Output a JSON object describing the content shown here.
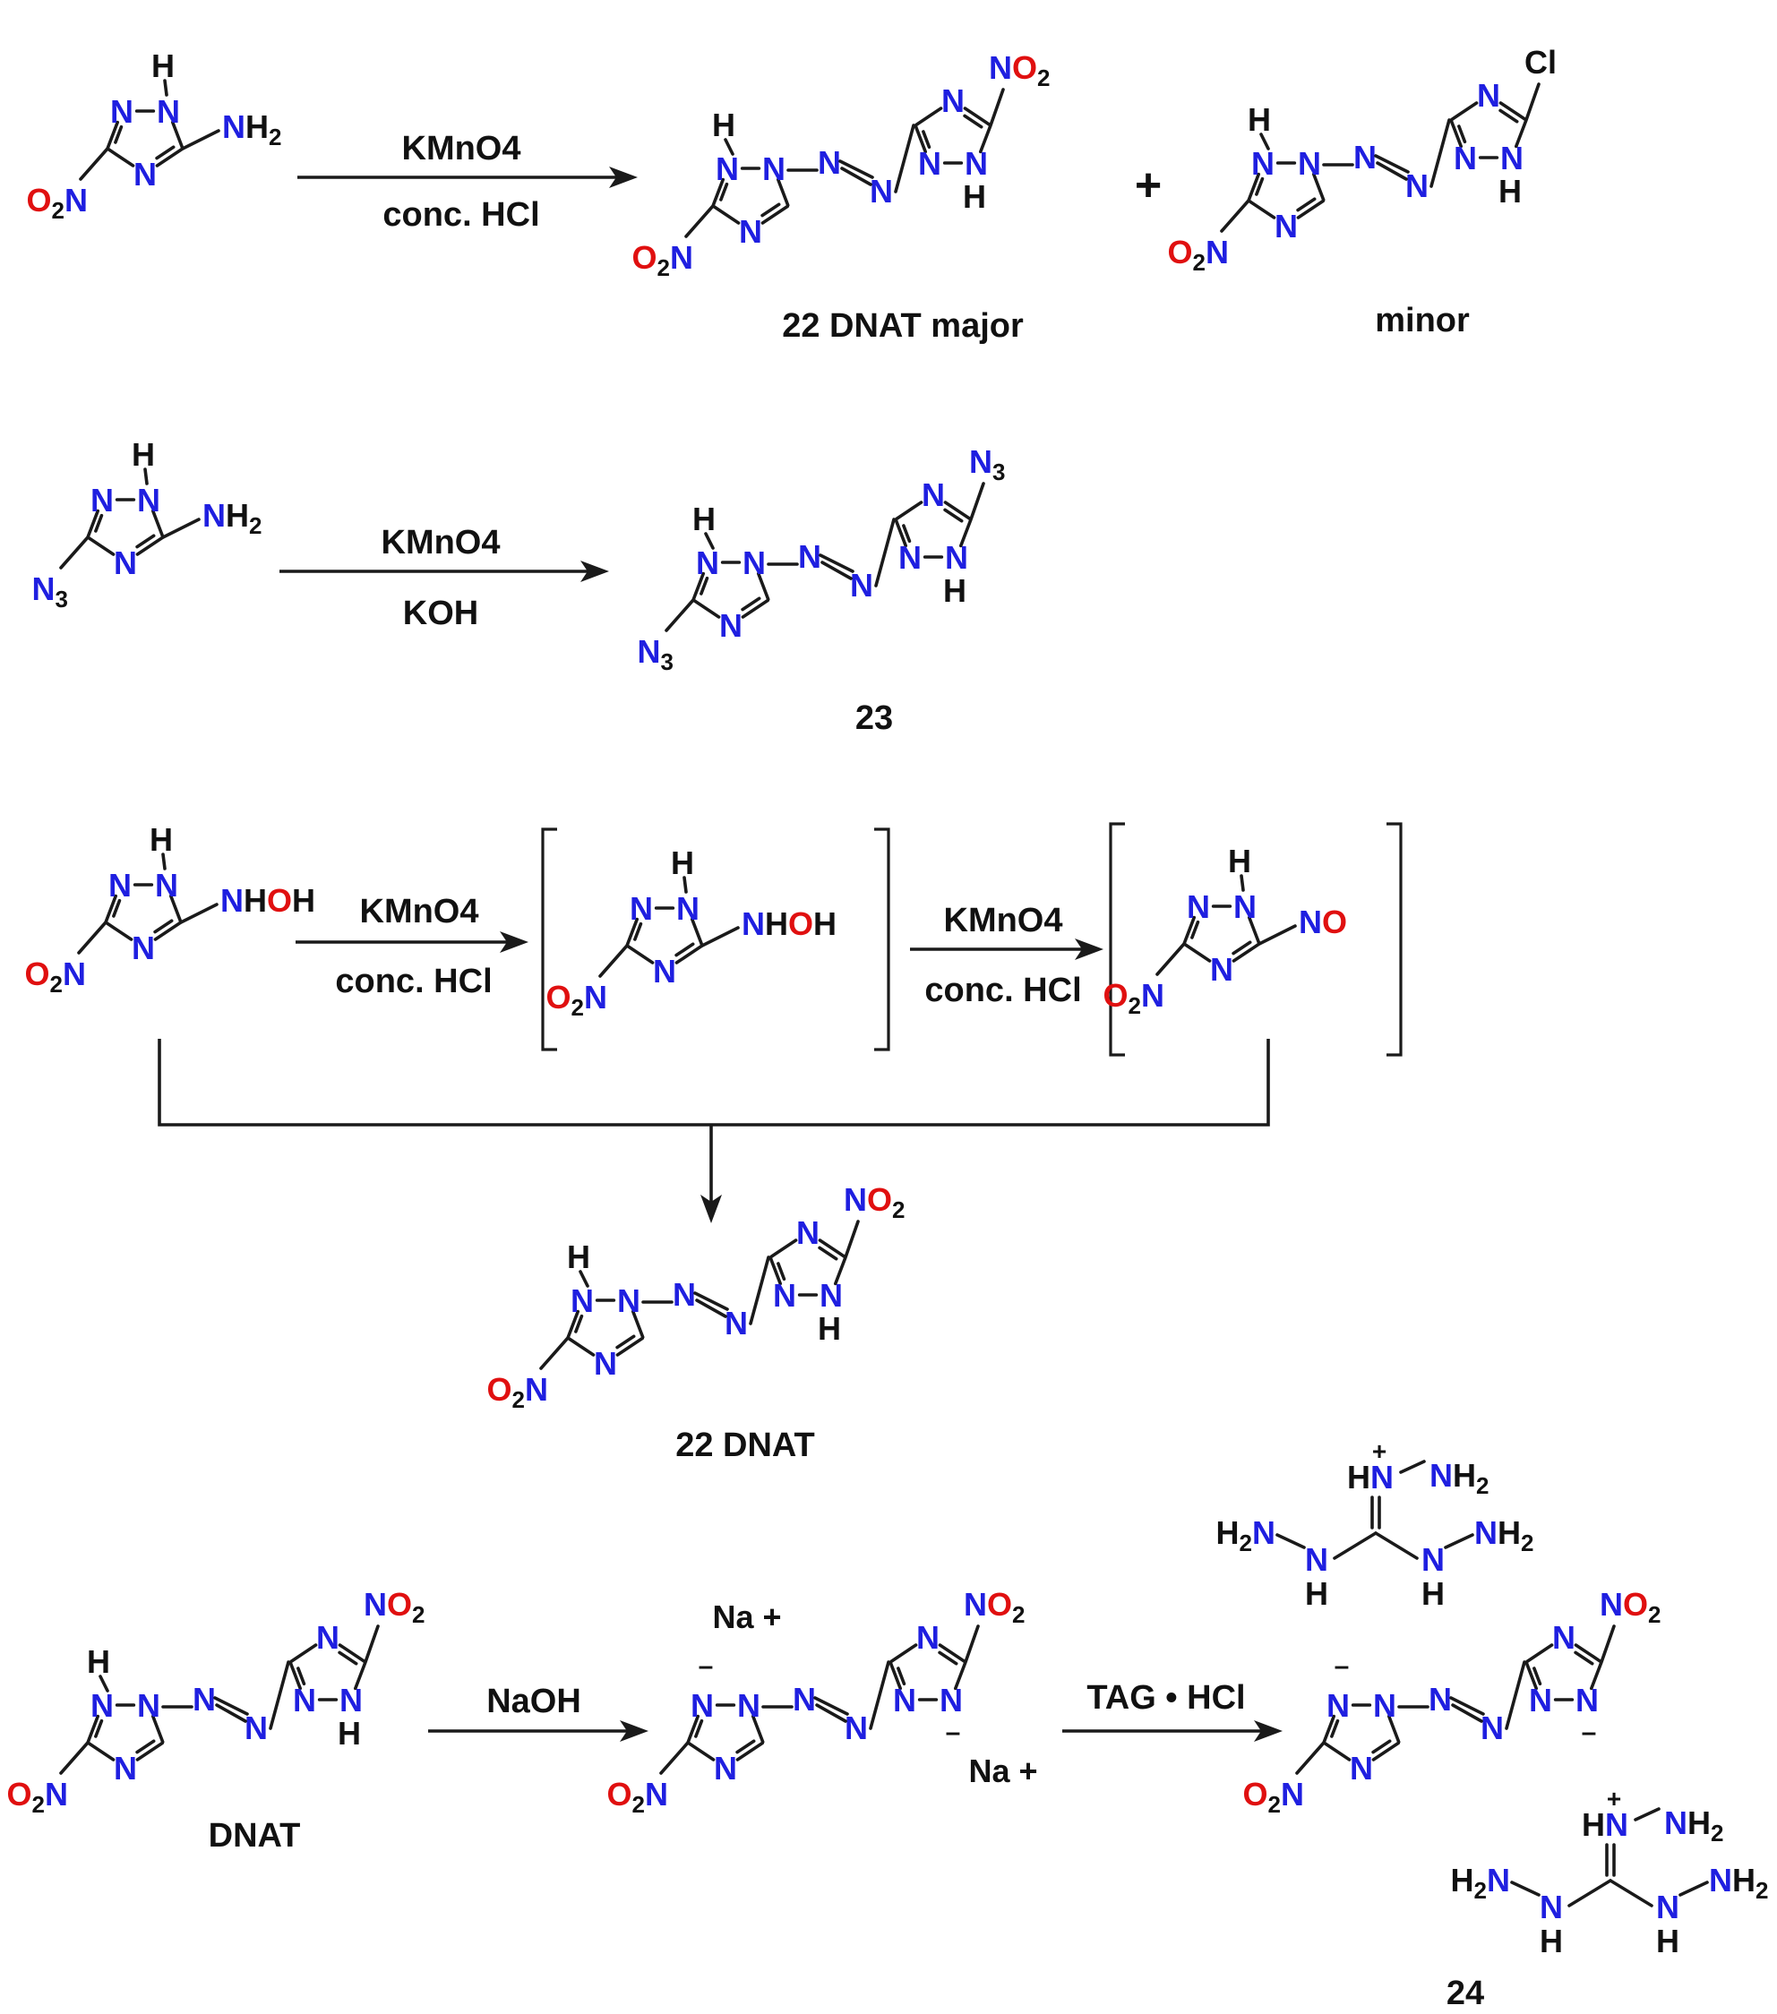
{
  "reactions": [
    {
      "reagent_top": "KMnO4",
      "reagent_bottom": "conc. HCl",
      "product_label": "22 DNAT major",
      "plus": "+",
      "side_product_label": "minor"
    },
    {
      "reagent_top": "KMnO4",
      "reagent_bottom": "KOH",
      "product_label": "23"
    },
    {
      "step1_top": "KMnO4",
      "step1_bottom": "conc. HCl",
      "step2_top": "KMnO4",
      "step2_bottom": "conc. HCl",
      "product_label": "22 DNAT"
    },
    {
      "start_label": "DNAT",
      "step1_reagent": "NaOH",
      "step2_reagent": "TAG • HCl",
      "counter_ion": "Na +",
      "product_label": "24"
    }
  ],
  "groups": {
    "nh2": "NH2",
    "no2": "NO2",
    "o2n": "O2N",
    "n3": "N3",
    "cl": "Cl",
    "nhoh": "NHOH",
    "no": "NO",
    "h2n": "H2N",
    "hn": "HN",
    "h": "H",
    "n": "N"
  },
  "colors": {
    "nitrogen": "#1f1fe0",
    "oxygen": "#e01010",
    "carbon_bond": "#1a1a1a"
  }
}
